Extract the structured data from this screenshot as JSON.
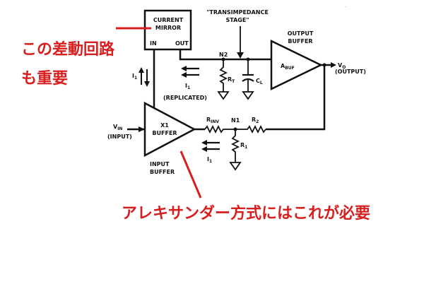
{
  "diagram": {
    "current_mirror": {
      "title_line1": "CURRENT",
      "title_line2": "MIRROR",
      "pin_in": "IN",
      "pin_out": "OUT"
    },
    "transimpedance_line1": "\"TRANSIMPEDANCE",
    "transimpedance_line2": "STAGE\"",
    "output_buffer_line1": "OUTPUT",
    "output_buffer_line2": "BUFFER",
    "abuf": "A",
    "abuf_sub": "BUF",
    "vo": "V",
    "vo_sub": "O",
    "vo_output": "(OUTPUT)",
    "n2": "N2",
    "rt": "R",
    "rt_sub": "T",
    "cl": "C",
    "cl_sub": "L",
    "i1_top": "I",
    "i1_top_sub": "1",
    "i1_replicated": "I",
    "i1_replicated_sub": "1",
    "replicated": "(REPLICATED)",
    "x1_line1": "X1",
    "x1_line2": "BUFFER",
    "vin": "V",
    "vin_sub": "IN",
    "vin_input": "(INPUT)",
    "rinv": "R",
    "rinv_sub": "INV",
    "n1": "N1",
    "r2": "R",
    "r2_sub": "2",
    "r1": "R",
    "r1_sub": "1",
    "i1_bottom": "I",
    "i1_bottom_sub": "1",
    "input_buffer_line1": "INPUT",
    "input_buffer_line2": "BUFFER"
  },
  "annotations": {
    "note_line1": "この差動回路",
    "note_line2": "も重要",
    "note_bottom": "アレキサンダー方式にはこれが必要",
    "color": "#d81e1e"
  }
}
